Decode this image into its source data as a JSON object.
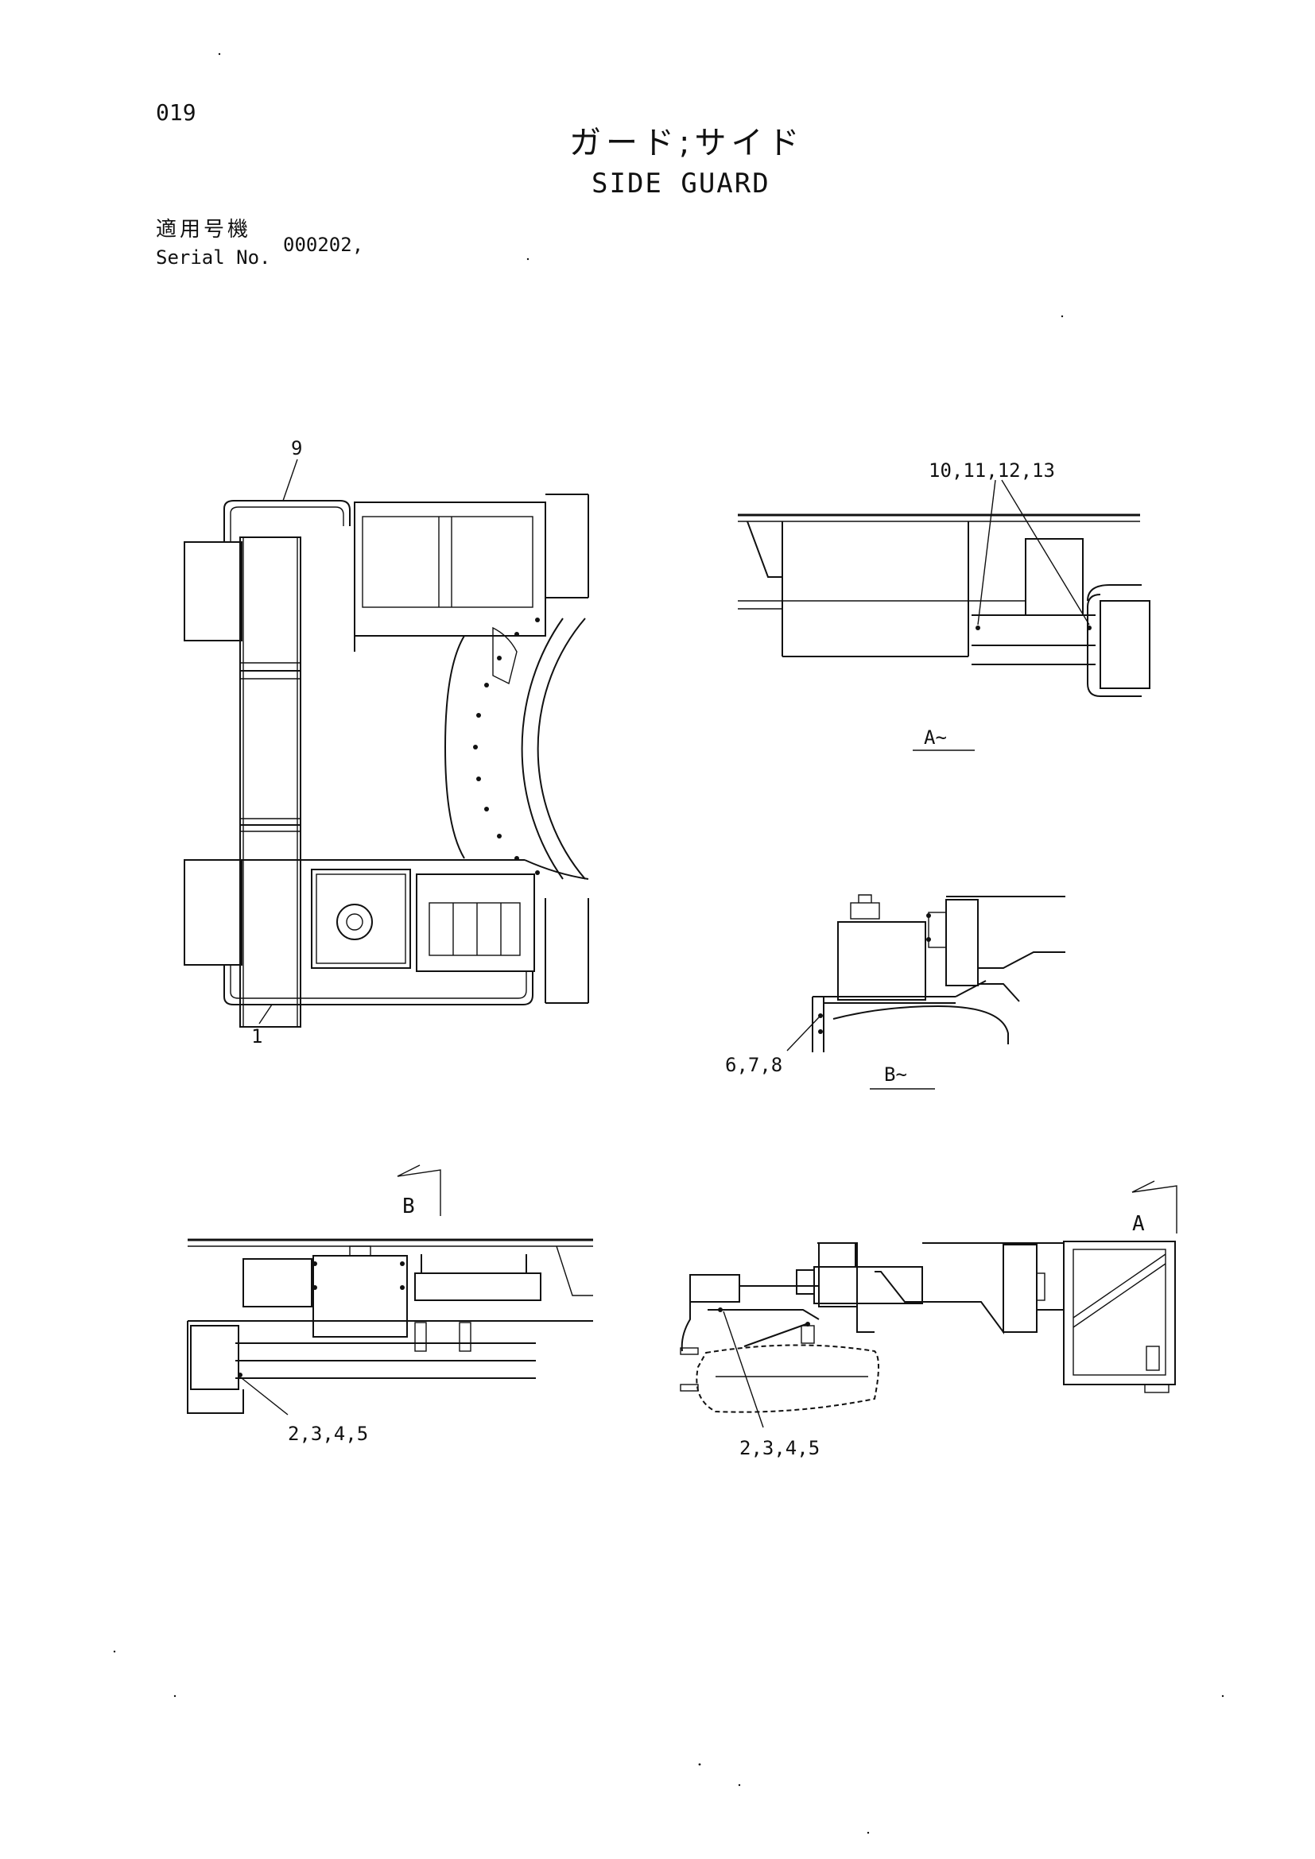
{
  "header": {
    "page_number": "019",
    "title_jp": "ガード;サイド",
    "title_en": "SIDE GUARD",
    "serial_label_jp": "適用号機",
    "serial_label_en": "Serial No.",
    "serial_value": "000202,"
  },
  "callouts": {
    "item_9": "9",
    "item_1": "1",
    "items_10_13": "10,11,12,13",
    "items_6_8": "6,7,8",
    "items_2_5_left": "2,3,4,5",
    "items_2_5_right": "2,3,4,5"
  },
  "views": {
    "view_a": "A~",
    "view_b": "B~",
    "section_b": "B",
    "section_a": "A"
  }
}
